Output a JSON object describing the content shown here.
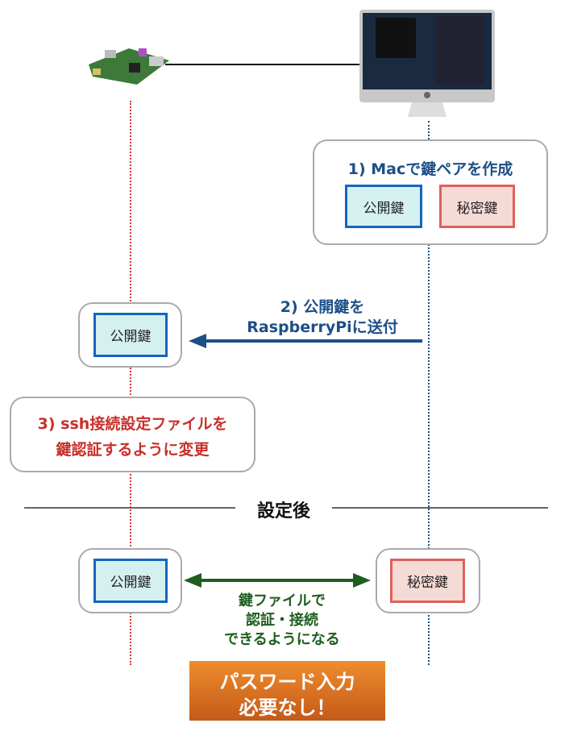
{
  "devices": {
    "raspberry_pi": "raspberry-pi-board",
    "mac": "imac"
  },
  "step1": {
    "title": "1) Macで鍵ペアを作成",
    "public_key": "公開鍵",
    "private_key": "秘密鍵"
  },
  "step2": {
    "line1": "2) 公開鍵を",
    "line2": "RaspberryPiに送付",
    "pi_key": "公開鍵"
  },
  "step3": {
    "line1": "3) ssh接続設定ファイルを",
    "line2": "鍵認証するように変更"
  },
  "divider": {
    "label": "設定後"
  },
  "after": {
    "pi_key": "公開鍵",
    "mac_key": "秘密鍵",
    "line1": "鍵ファイルで",
    "line2": "認証・接続",
    "line3": "できるようになる"
  },
  "callout": {
    "line1": "パスワード入力",
    "line2": "必要なし！"
  },
  "colors": {
    "blue": "#1d4f87",
    "red": "#c8302a",
    "green": "#1e5e1e",
    "orange": "#e0832a"
  }
}
